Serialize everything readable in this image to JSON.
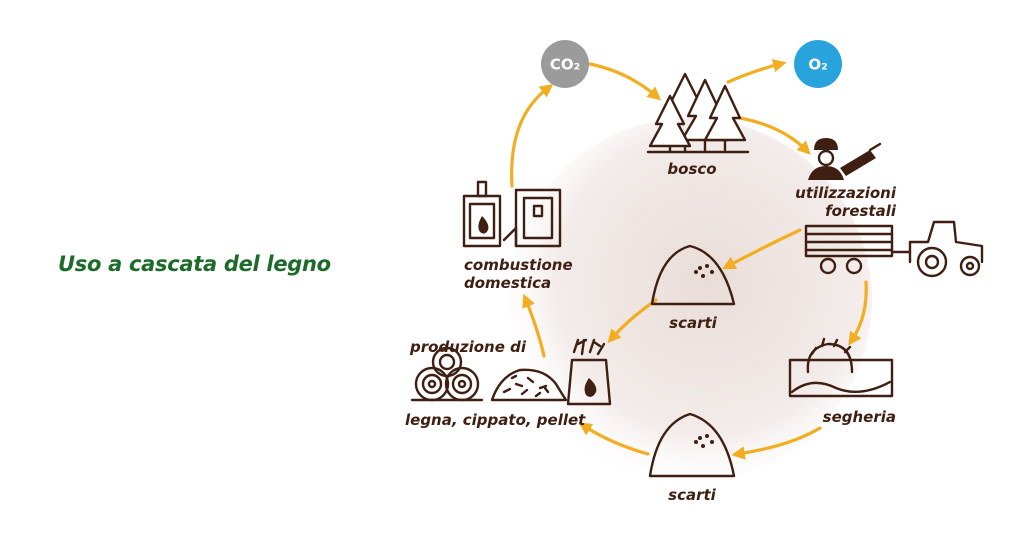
{
  "title": "Uso a cascata del legno",
  "colors": {
    "arrow": "#f2ad20",
    "text": "#3e1f12",
    "title": "#1d6b2a",
    "co2": "#9b9b9b",
    "o2": "#29a3dc",
    "background_circle": "#efe6e2"
  },
  "gases": {
    "co2": "CO₂",
    "o2": "O₂"
  },
  "nodes": {
    "bosco": "bosco",
    "utilizzazioni_1": "utilizzazioni",
    "utilizzazioni_2": "forestali",
    "scarti_top": "scarti",
    "segheria": "segheria",
    "scarti_bottom": "scarti",
    "produzione_1": "produzione di",
    "produzione_2": "legna, cippato, pellet",
    "combustione_1": "combustione",
    "combustione_2": "domestica"
  },
  "icons": [
    "forest-icon",
    "lumberjack-icon",
    "tractor-trailer-icon",
    "sawmill-icon",
    "residue-pile-icon",
    "firewood-icon",
    "woodchips-icon",
    "pellet-bag-icon",
    "stove-icon",
    "boiler-icon"
  ]
}
